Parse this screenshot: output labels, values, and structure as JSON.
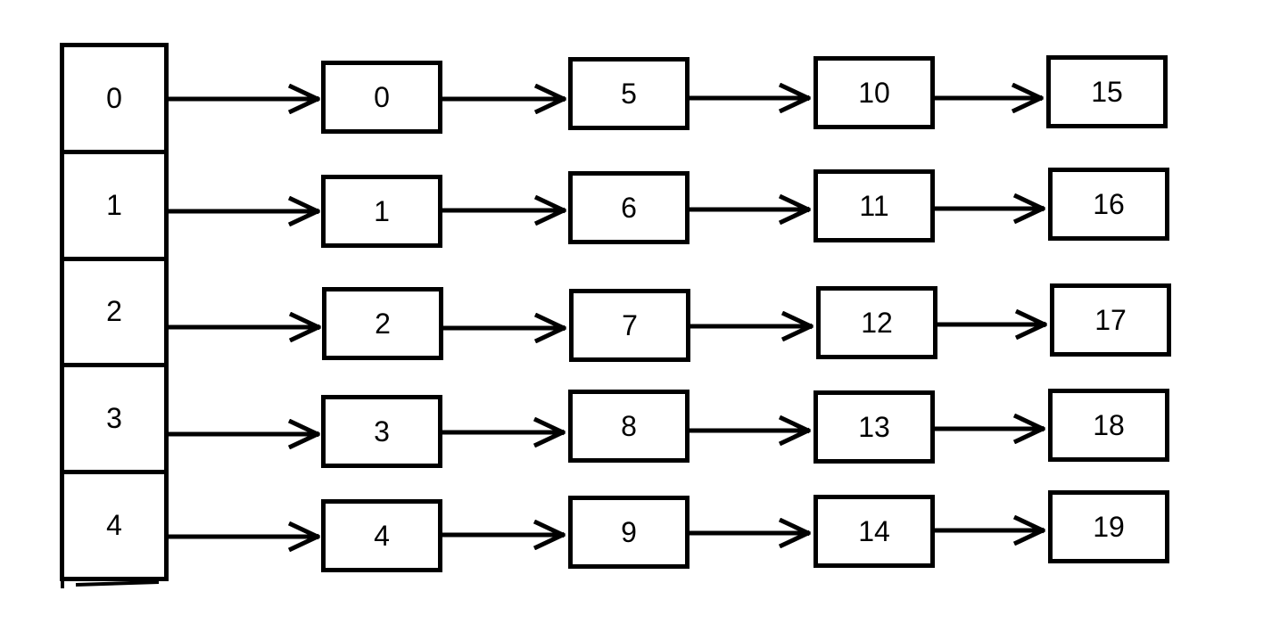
{
  "colors": {
    "ink": "#000000",
    "background": "#ffffff"
  },
  "array_cells": [
    "0",
    "1",
    "2",
    "3",
    "4"
  ],
  "chains": [
    [
      "0",
      "5",
      "10",
      "15"
    ],
    [
      "1",
      "6",
      "11",
      "16"
    ],
    [
      "2",
      "7",
      "12",
      "17"
    ],
    [
      "3",
      "8",
      "13",
      "18"
    ],
    [
      "4",
      "9",
      "14",
      "19"
    ]
  ]
}
